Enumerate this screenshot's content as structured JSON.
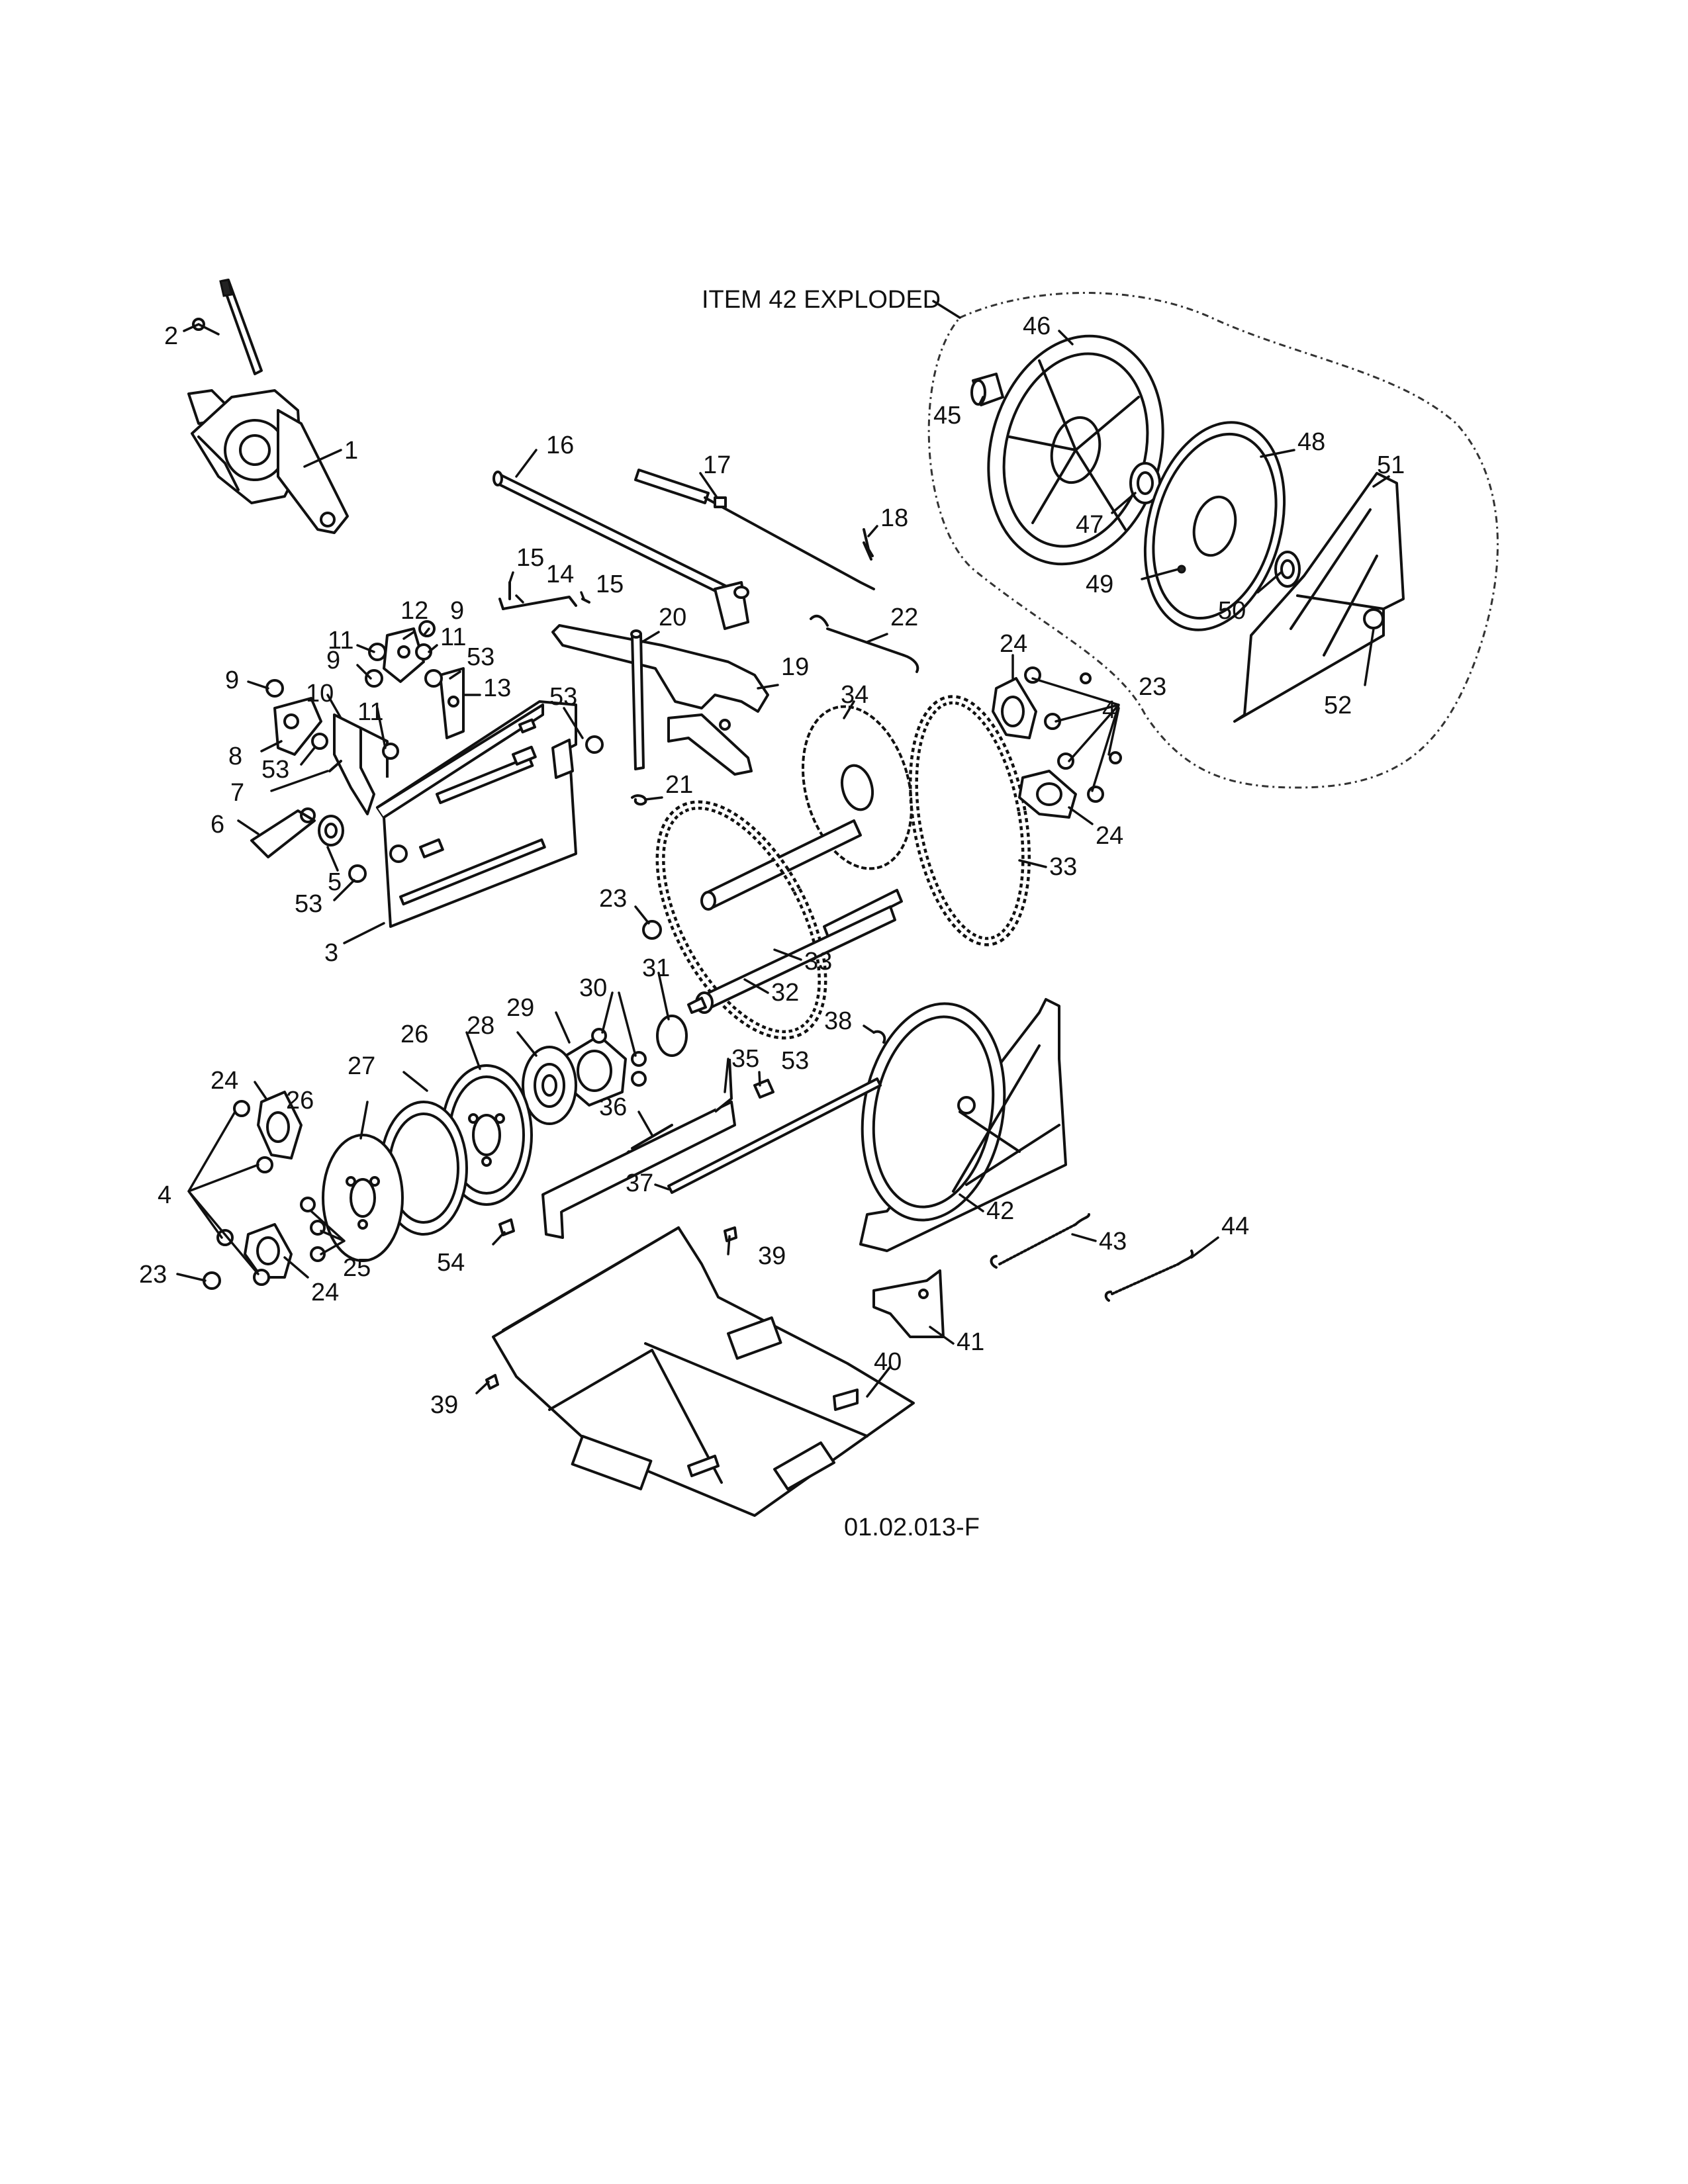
{
  "diagram": {
    "figure_code": "01.02.013-F",
    "exploded_note": "ITEM 42 EXPLODED",
    "callouts": [
      {
        "id": "c1",
        "text": "1"
      },
      {
        "id": "c2",
        "text": "2"
      },
      {
        "id": "c3",
        "text": "3"
      },
      {
        "id": "c4a",
        "text": "4"
      },
      {
        "id": "c4b",
        "text": "4"
      },
      {
        "id": "c5",
        "text": "5"
      },
      {
        "id": "c6",
        "text": "6"
      },
      {
        "id": "c7",
        "text": "7"
      },
      {
        "id": "c8",
        "text": "8"
      },
      {
        "id": "c9a",
        "text": "9"
      },
      {
        "id": "c9b",
        "text": "9"
      },
      {
        "id": "c9c",
        "text": "9"
      },
      {
        "id": "c10",
        "text": "10"
      },
      {
        "id": "c11a",
        "text": "11"
      },
      {
        "id": "c11b",
        "text": "11"
      },
      {
        "id": "c11c",
        "text": "11"
      },
      {
        "id": "c12",
        "text": "12"
      },
      {
        "id": "c13",
        "text": "13"
      },
      {
        "id": "c14",
        "text": "14"
      },
      {
        "id": "c15a",
        "text": "15"
      },
      {
        "id": "c15b",
        "text": "15"
      },
      {
        "id": "c16",
        "text": "16"
      },
      {
        "id": "c17",
        "text": "17"
      },
      {
        "id": "c18",
        "text": "18"
      },
      {
        "id": "c19",
        "text": "19"
      },
      {
        "id": "c20",
        "text": "20"
      },
      {
        "id": "c21",
        "text": "21"
      },
      {
        "id": "c22",
        "text": "22"
      },
      {
        "id": "c23a",
        "text": "23"
      },
      {
        "id": "c23b",
        "text": "23"
      },
      {
        "id": "c23c",
        "text": "23"
      },
      {
        "id": "c24a",
        "text": "24"
      },
      {
        "id": "c24b",
        "text": "24"
      },
      {
        "id": "c24c",
        "text": "24"
      },
      {
        "id": "c24d",
        "text": "24"
      },
      {
        "id": "c25",
        "text": "25"
      },
      {
        "id": "c26a",
        "text": "26"
      },
      {
        "id": "c26b",
        "text": "26"
      },
      {
        "id": "c27",
        "text": "27"
      },
      {
        "id": "c28",
        "text": "28"
      },
      {
        "id": "c29",
        "text": "29"
      },
      {
        "id": "c30",
        "text": "30"
      },
      {
        "id": "c31",
        "text": "31"
      },
      {
        "id": "c32",
        "text": "32"
      },
      {
        "id": "c33a",
        "text": "33"
      },
      {
        "id": "c33b",
        "text": "33"
      },
      {
        "id": "c34",
        "text": "34"
      },
      {
        "id": "c35",
        "text": "35"
      },
      {
        "id": "c36",
        "text": "36"
      },
      {
        "id": "c37",
        "text": "37"
      },
      {
        "id": "c38",
        "text": "38"
      },
      {
        "id": "c39a",
        "text": "39"
      },
      {
        "id": "c39b",
        "text": "39"
      },
      {
        "id": "c40",
        "text": "40"
      },
      {
        "id": "c41",
        "text": "41"
      },
      {
        "id": "c42",
        "text": "42"
      },
      {
        "id": "c43",
        "text": "43"
      },
      {
        "id": "c44",
        "text": "44"
      },
      {
        "id": "c45",
        "text": "45"
      },
      {
        "id": "c46",
        "text": "46"
      },
      {
        "id": "c47",
        "text": "47"
      },
      {
        "id": "c48",
        "text": "48"
      },
      {
        "id": "c49",
        "text": "49"
      },
      {
        "id": "c50",
        "text": "50"
      },
      {
        "id": "c51",
        "text": "51"
      },
      {
        "id": "c52",
        "text": "52"
      },
      {
        "id": "c53a",
        "text": "53"
      },
      {
        "id": "c53b",
        "text": "53"
      },
      {
        "id": "c53c",
        "text": "53"
      },
      {
        "id": "c53d",
        "text": "53"
      },
      {
        "id": "c53e",
        "text": "53"
      },
      {
        "id": "c54",
        "text": "54"
      }
    ]
  }
}
